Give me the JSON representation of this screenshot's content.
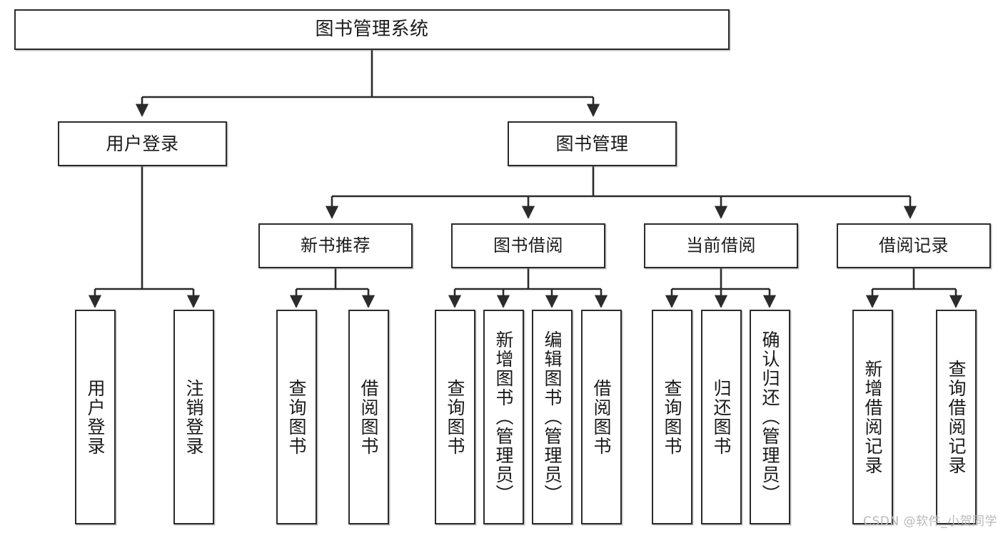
{
  "diagram": {
    "title": "图书管理系统",
    "type": "tree-hierarchy",
    "watermark": "CSDN @软件_小贺同学",
    "colors": {
      "border": "#2b2b2b",
      "background": "#ffffff",
      "text": "#1a1a1a",
      "edge": "#2b2b2b",
      "watermark": "#b9b9b9"
    },
    "root": {
      "label": "图书管理系统"
    },
    "level2": [
      {
        "label": "用户登录"
      },
      {
        "label": "图书管理"
      }
    ],
    "level3": [
      {
        "label": "新书推荐"
      },
      {
        "label": "图书借阅"
      },
      {
        "label": "当前借阅"
      },
      {
        "label": "借阅记录"
      }
    ],
    "leaves": {
      "user_login": [
        {
          "label": "用户登录"
        },
        {
          "label": "注销登录"
        }
      ],
      "new_book_recommend": [
        {
          "label": "查询图书"
        },
        {
          "label": "借阅图书"
        }
      ],
      "book_borrow": [
        {
          "label": "查询图书"
        },
        {
          "label": "新增图书（管理员）"
        },
        {
          "label": "编辑图书（管理员）"
        },
        {
          "label": "借阅图书"
        }
      ],
      "current_borrow": [
        {
          "label": "查询图书"
        },
        {
          "label": "归还图书"
        },
        {
          "label": "确认归还（管理员）"
        }
      ],
      "borrow_record": [
        {
          "label": "新增借阅记录"
        },
        {
          "label": "查询借阅记录"
        }
      ]
    }
  }
}
